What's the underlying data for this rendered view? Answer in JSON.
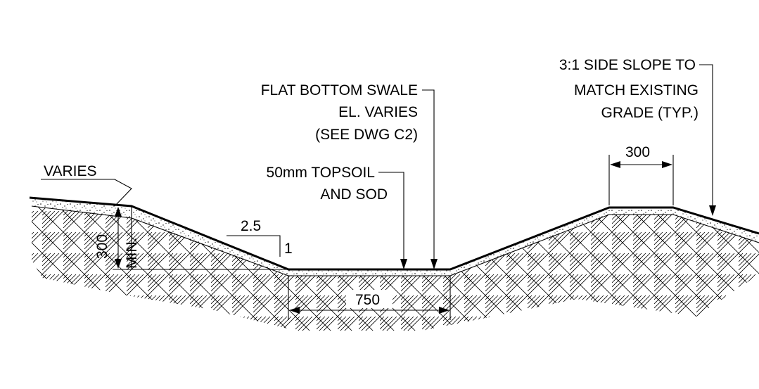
{
  "labels": {
    "side_slope": [
      "3:1 SIDE SLOPE TO",
      "MATCH EXISTING",
      "GRADE (TYP.)"
    ],
    "swale": [
      "FLAT BOTTOM SWALE",
      "EL. VARIES",
      "(SEE DWG C2)"
    ],
    "topsoil": [
      "50mm TOPSOIL",
      "AND SOD"
    ],
    "varies": "VARIES",
    "slope_run": "2.5",
    "slope_rise": "1",
    "depth_value": "300",
    "depth_note": "MIN.",
    "top_width": "300",
    "bottom_width": "750"
  },
  "colors": {
    "line": "#000000",
    "background": "#ffffff"
  }
}
